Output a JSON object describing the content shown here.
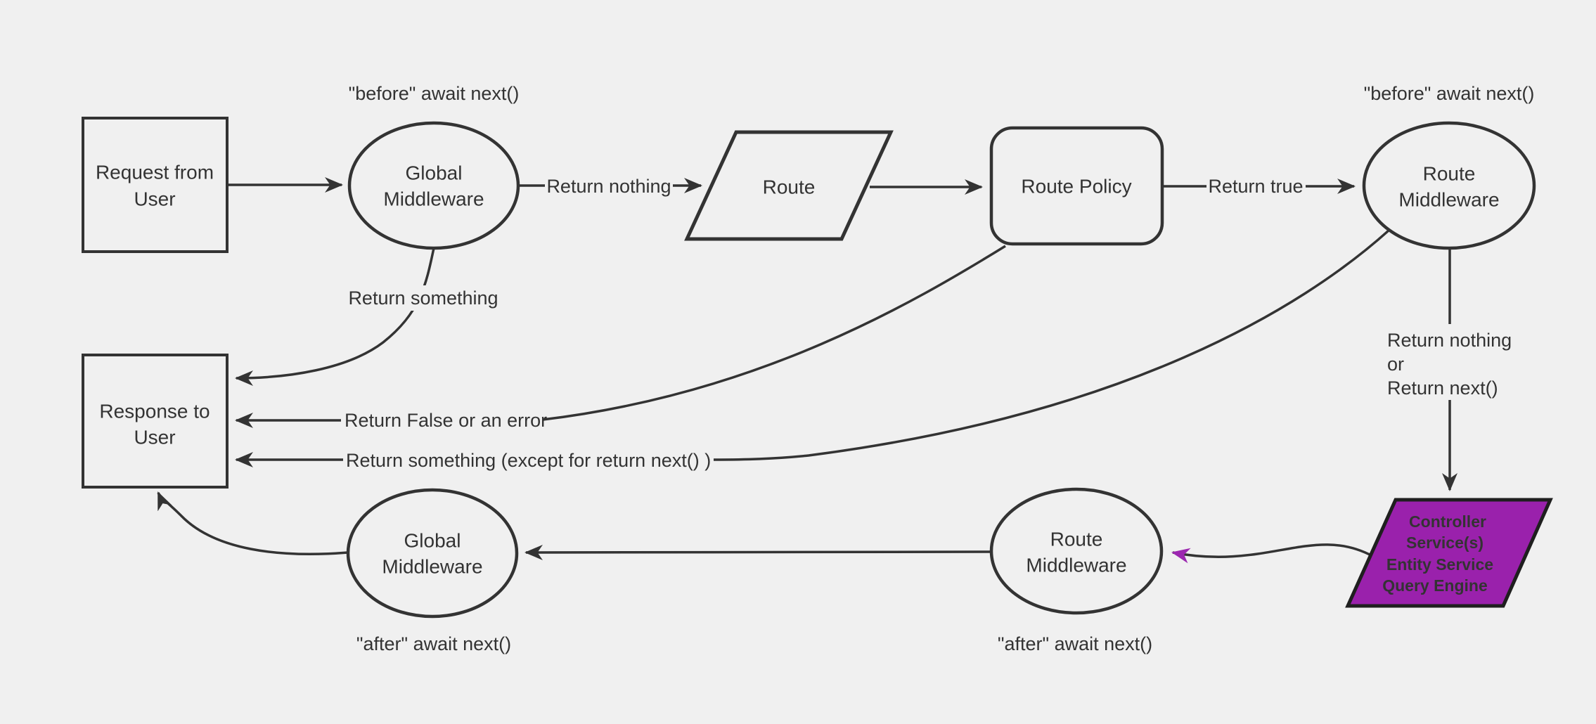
{
  "diagram": {
    "type": "flowchart",
    "colors": {
      "background": "#f0f0f0",
      "stroke": "#333333",
      "text": "#333333",
      "accent_fill": "#9a21ac",
      "accent_border": "#1f1f1f",
      "accent_arrow": "#9c27b0",
      "accent_text": "#ffffff"
    },
    "nodes": {
      "request": {
        "line1": "Request from",
        "line2": "User"
      },
      "global_middleware_top": {
        "line1": "Global",
        "line2": "Middleware"
      },
      "route": {
        "label": "Route"
      },
      "route_policy": {
        "label": "Route Policy"
      },
      "route_middleware_top": {
        "line1": "Route",
        "line2": "Middleware"
      },
      "response": {
        "line1": "Response to",
        "line2": "User"
      },
      "global_middleware_bottom": {
        "line1": "Global",
        "line2": "Middleware"
      },
      "route_middleware_bottom": {
        "line1": "Route",
        "line2": "Middleware"
      },
      "controller": {
        "line1": "Controller",
        "line2": "Service(s)",
        "line3": "Entity Service",
        "line4": "Query Engine"
      }
    },
    "annotations": {
      "before_top_left": "\"before\" await next()",
      "before_top_right": "\"before\" await next()",
      "after_bottom_left": "\"after\" await next()",
      "after_bottom_right": "\"after\" await next()"
    },
    "edge_labels": {
      "return_nothing": "Return nothing",
      "return_true": "Return true",
      "return_something": "Return something",
      "return_false_or_error": "Return False or an error",
      "return_something_except": "Return something (except for return next() )",
      "return_nothing_or": {
        "line1": "Return nothing",
        "line2": "or",
        "line3": "Return next()"
      }
    }
  }
}
